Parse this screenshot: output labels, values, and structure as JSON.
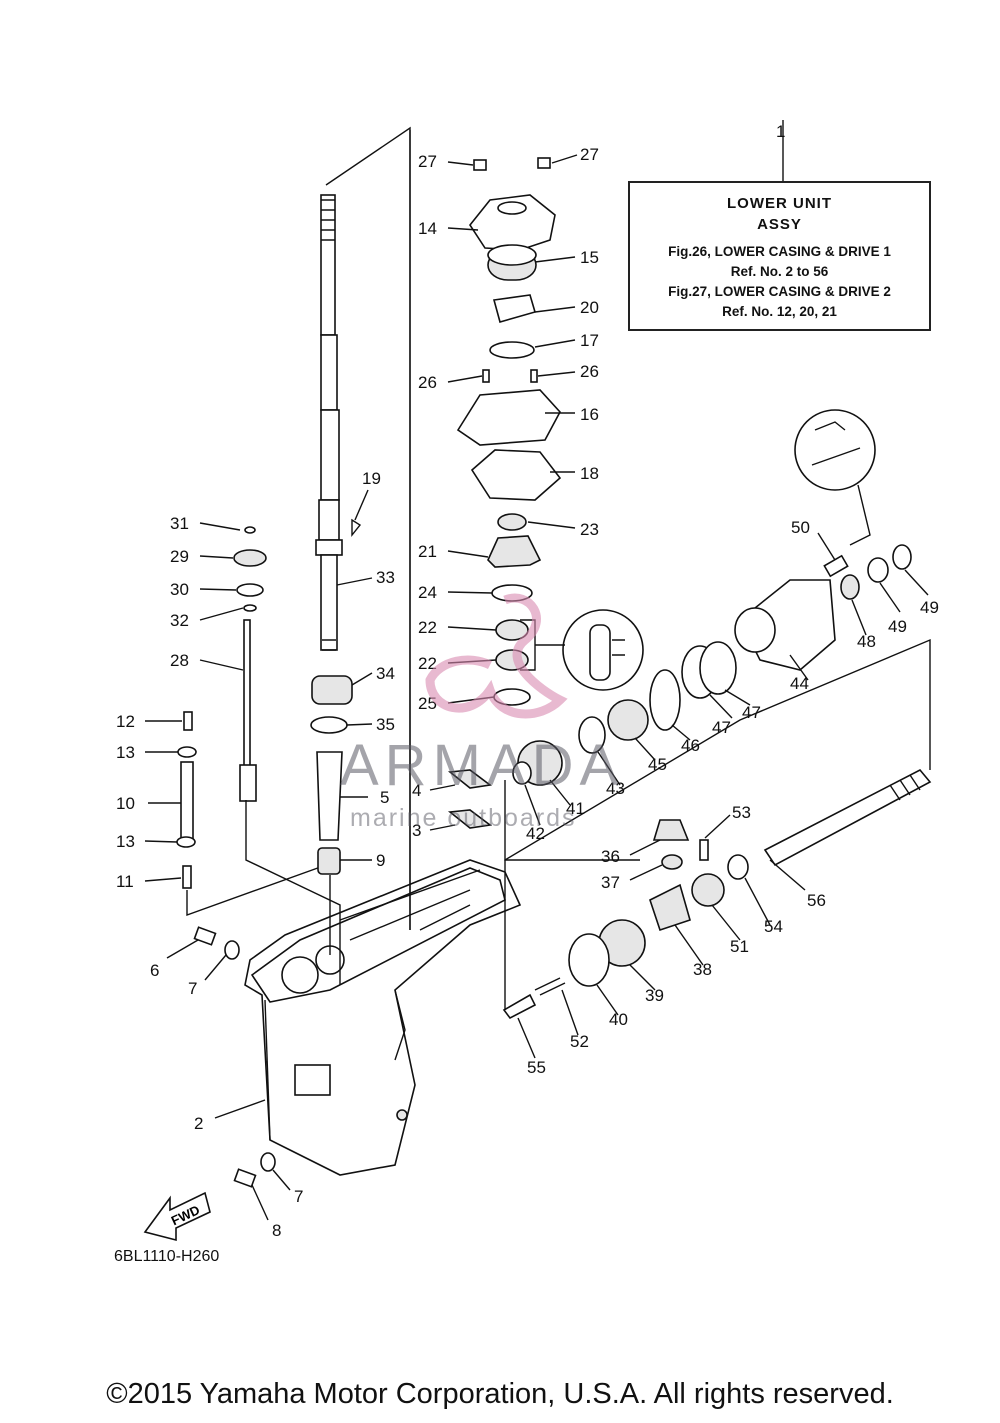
{
  "assembly": {
    "ref": "1",
    "title_line1": "LOWER UNIT",
    "title_line2": "ASSY",
    "refs": [
      "Fig.26, LOWER CASING & DRIVE 1",
      "Ref. No. 2 to 56",
      "Fig.27, LOWER CASING & DRIVE 2",
      "Ref. No. 12, 20, 21"
    ]
  },
  "callouts": [
    "27",
    "27",
    "14",
    "15",
    "20",
    "17",
    "26",
    "26",
    "16",
    "18",
    "19",
    "31",
    "29",
    "30",
    "32",
    "28",
    "33",
    "23",
    "21",
    "24",
    "22",
    "22",
    "25",
    "34",
    "35",
    "5",
    "4",
    "3",
    "9",
    "12",
    "13",
    "10",
    "13",
    "11",
    "6",
    "7",
    "2",
    "7",
    "8",
    "50",
    "48",
    "49",
    "49",
    "44",
    "47",
    "47",
    "46",
    "45",
    "43",
    "41",
    "42",
    "53",
    "36",
    "37",
    "38",
    "39",
    "40",
    "51",
    "54",
    "56",
    "52",
    "55"
  ],
  "watermark": {
    "name": "ARMADA",
    "sub": "marine outboards",
    "color": "#d98ab0"
  },
  "diagram_code": "6BL1110-H260",
  "fwd_label": "FWD",
  "copyright": "©2015 Yamaha Motor Corporation, U.S.A. All rights reserved."
}
